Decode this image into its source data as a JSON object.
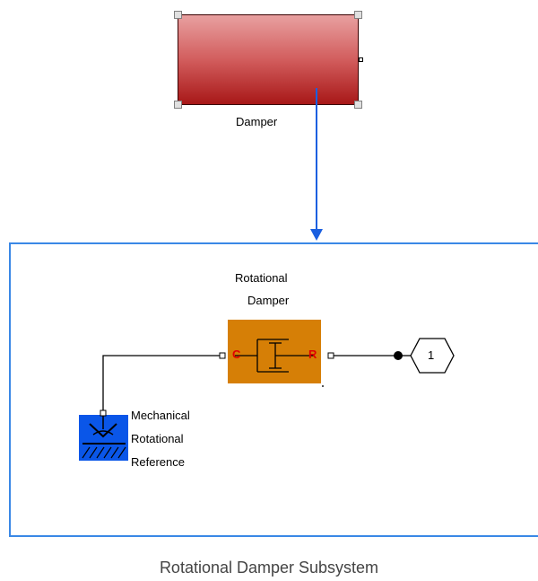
{
  "diagram": {
    "subsystem_block": {
      "label": "Damper",
      "color": "#c0393a"
    },
    "rotational_damper": {
      "label_line1": "Rotational",
      "label_line2": "Damper",
      "port_c": "C",
      "port_r": "R",
      "color": "#d67f06"
    },
    "reference": {
      "label_line1": "Mechanical",
      "label_line2": "Rotational",
      "label_line3": "Reference",
      "color": "#0a56e8"
    },
    "outport": {
      "number": "1"
    },
    "caption": "Rotational Damper Subsystem",
    "accent_color": "#3a88e6"
  }
}
